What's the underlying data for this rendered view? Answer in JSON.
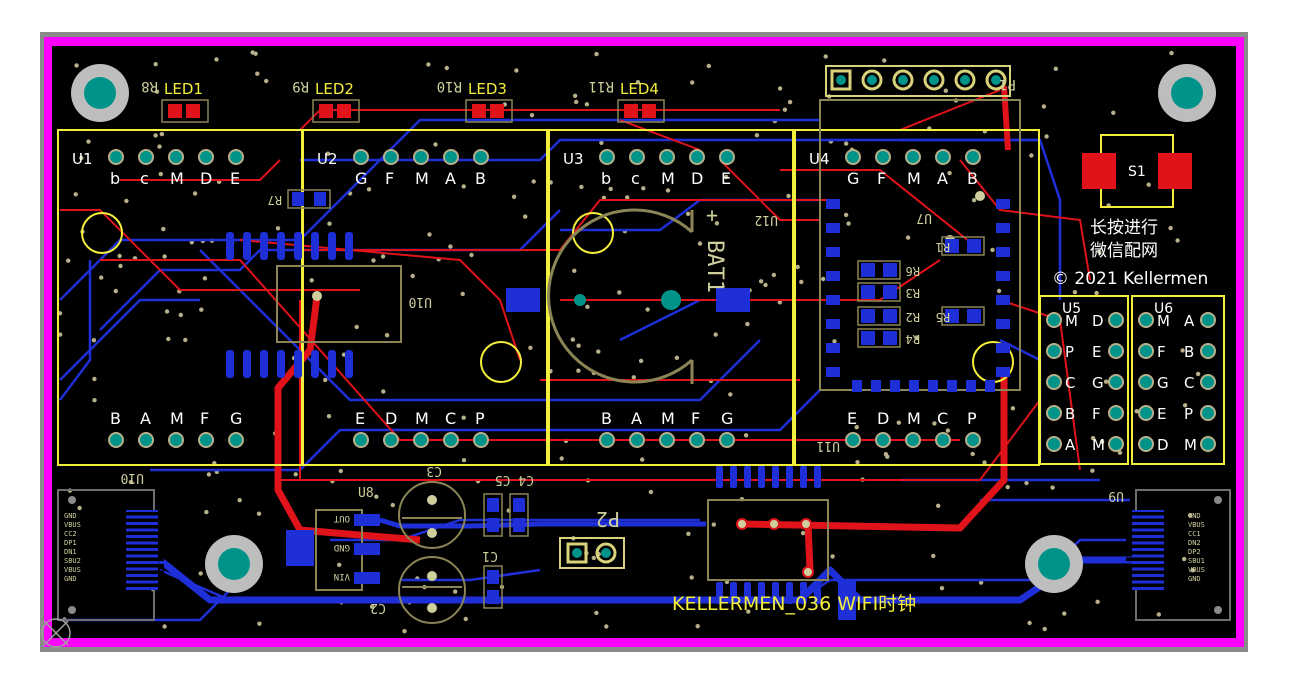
{
  "colors": {
    "frame": "#ff00ff",
    "board": "#000000",
    "outline_gray": "#8a8a8a",
    "silkscreen": "#f4ee3c",
    "copper_top": "#e0121a",
    "copper_bottom": "#1e2fd8",
    "pad_teal": "#00938a",
    "via": "#b7b08a",
    "white_text": "#ffffff"
  },
  "leds": [
    {
      "ref": "LED1",
      "resistor": "R8"
    },
    {
      "ref": "LED2",
      "resistor": "R9"
    },
    {
      "ref": "LED3",
      "resistor": "R10"
    },
    {
      "ref": "LED4",
      "resistor": "R11"
    }
  ],
  "digits": [
    {
      "ref": "U1",
      "top_pins": [
        "b",
        "c",
        "M",
        "D",
        "E"
      ],
      "bottom_pins": [
        "B",
        "A",
        "M",
        "F",
        "G"
      ]
    },
    {
      "ref": "U2",
      "top_pins": [
        "G",
        "F",
        "M",
        "A",
        "B"
      ],
      "bottom_pins": [
        "E",
        "D",
        "M",
        "C",
        "P"
      ]
    },
    {
      "ref": "U3",
      "top_pins": [
        "b",
        "c",
        "M",
        "D",
        "E"
      ],
      "bottom_pins": [
        "B",
        "A",
        "M",
        "F",
        "G"
      ]
    },
    {
      "ref": "U4",
      "top_pins": [
        "G",
        "F",
        "M",
        "A",
        "B"
      ],
      "bottom_pins": [
        "E",
        "D",
        "M",
        "C",
        "P"
      ]
    }
  ],
  "small_displays": [
    {
      "ref": "U5",
      "rows": [
        [
          "M",
          "D"
        ],
        [
          "P",
          "E"
        ],
        [
          "C",
          "G"
        ],
        [
          "B",
          "F"
        ],
        [
          "A",
          "M"
        ]
      ]
    },
    {
      "ref": "U6",
      "rows": [
        [
          "M",
          "A"
        ],
        [
          "F",
          "B"
        ],
        [
          "G",
          "C"
        ],
        [
          "E",
          "P"
        ],
        [
          "D",
          "M"
        ]
      ]
    }
  ],
  "components": {
    "header_p1": "P1",
    "button_s1": "S1",
    "button_note": [
      "长按进行",
      "微信配网"
    ],
    "copyright": "© 2021 Kellermen",
    "battery": "BAT1",
    "battery_plus": "+",
    "u12": "U12",
    "u7": "U7",
    "u10_mid": "U10",
    "u11": "U11",
    "r7": "R7",
    "r_labels": [
      "R1",
      "R6",
      "R3",
      "R2",
      "R4",
      "R5"
    ],
    "c3": "C3",
    "c4c5": "C4 C5",
    "c1": "C1",
    "c2": "C2",
    "u8": "U8",
    "u10_bottom": "U10",
    "u9": "U9",
    "p2": "P2",
    "u8_pins": [
      "OUT",
      "GND",
      "VIN"
    ],
    "usb_left_pins": [
      "GND",
      "VBUS",
      "CC2",
      "DP1",
      "DN1",
      "SBU2",
      "VBUS",
      "GND"
    ],
    "usb_right_pins": [
      "GND",
      "VBUS",
      "CC1",
      "DN2",
      "DP2",
      "SBU1",
      "VBUS",
      "GND"
    ]
  },
  "title": "KELLERMEN_036 WIFI时钟"
}
